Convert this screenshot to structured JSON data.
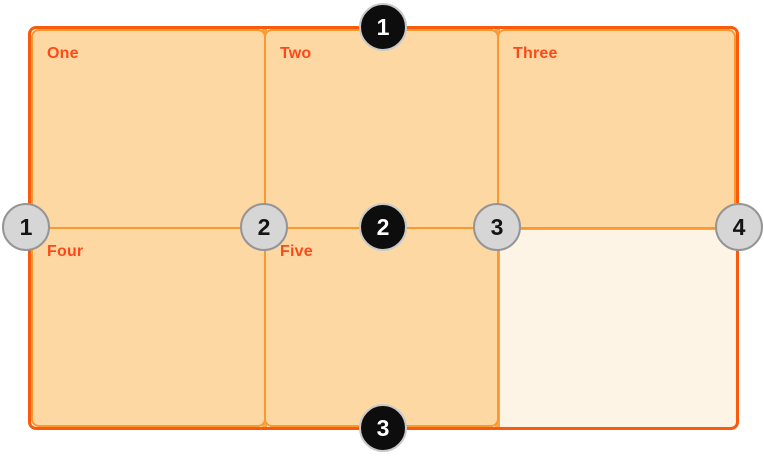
{
  "diagram": {
    "description": "CSS grid lines diagram: 3 columns by 2 rows, five filled cells, one empty cell, numbered row and column grid lines",
    "cells": [
      {
        "label": "One"
      },
      {
        "label": "Two"
      },
      {
        "label": "Three"
      },
      {
        "label": "Four"
      },
      {
        "label": "Five"
      }
    ],
    "row_line_badges": [
      "1",
      "2",
      "3"
    ],
    "column_line_badges": [
      "1",
      "2",
      "3",
      "4"
    ],
    "colors": {
      "outer_border": "#F95A0B",
      "grid_line": "#FAA646",
      "cell_border": "#F9992F",
      "cell_background": "#FED8A3",
      "container_background": "#FEF4E6",
      "label_text": "#FB4A1A",
      "row_badge_background": "#0D0D0D",
      "row_badge_ring": "#C9C9C9",
      "row_badge_text": "#FFFFFF",
      "column_badge_background": "#D6D6D6",
      "column_badge_ring": "#959595",
      "column_badge_text": "#141414"
    }
  }
}
